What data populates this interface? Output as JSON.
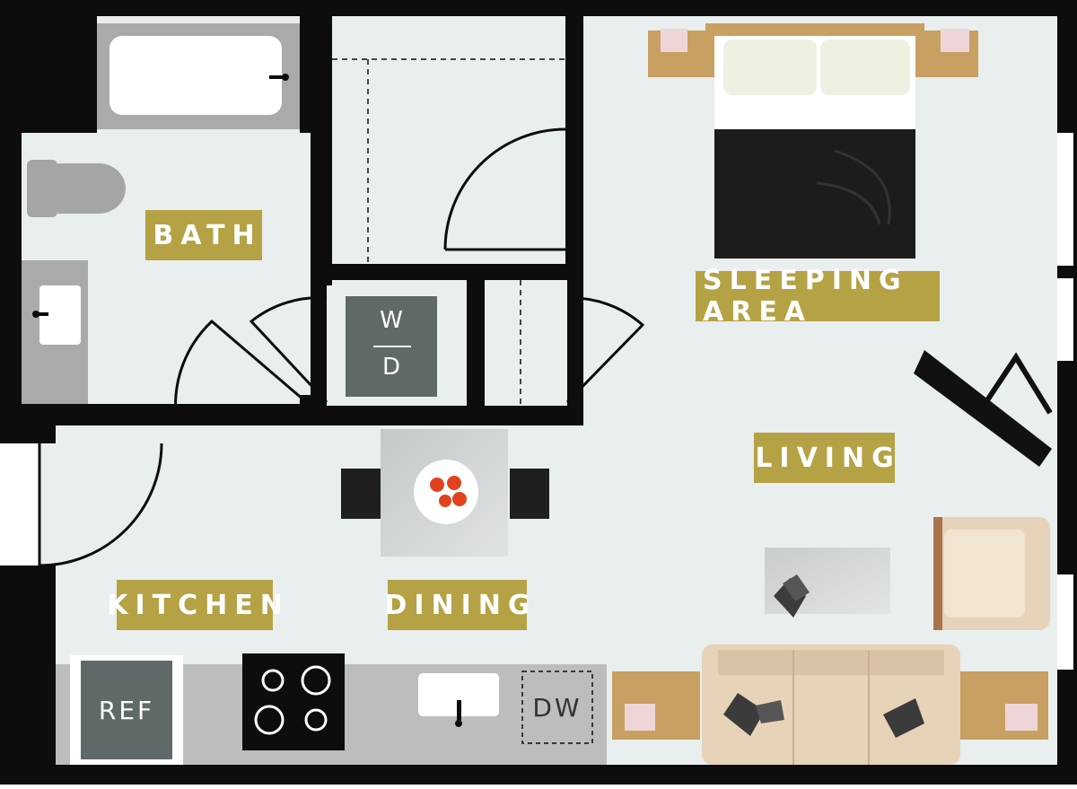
{
  "rooms": {
    "bath": "BATH",
    "sleeping": "SLEEPING AREA",
    "living": "LIVING",
    "kitchen": "KITCHEN",
    "dining": "DINING"
  },
  "appliances": {
    "washer": "W",
    "dryer": "D",
    "refrigerator": "REF",
    "dishwasher": "DW"
  },
  "colors": {
    "wall": "#0d0d0d",
    "floor": "#e9eeee",
    "label_bg": "#b5a244",
    "appliance": "#5f696a",
    "bedspread": "#1c1c1c",
    "counter": "#bdbdbd",
    "sofa": "#e7d3b8",
    "wood": "#c8a062"
  }
}
